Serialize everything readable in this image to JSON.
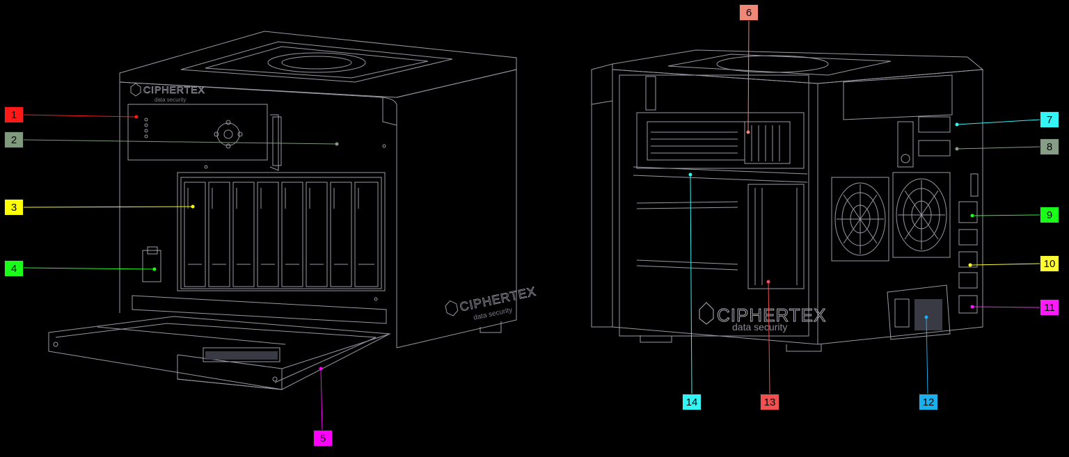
{
  "logo": {
    "brand": "CIPHERTEX",
    "tagline": "data security"
  },
  "callouts": [
    {
      "number": "1",
      "color": "#ff1a1a"
    },
    {
      "number": "2",
      "color": "#7f9a7c"
    },
    {
      "number": "3",
      "color": "#ffff00"
    },
    {
      "number": "4",
      "color": "#1aff1a"
    },
    {
      "number": "5",
      "color": "#ff00ff"
    },
    {
      "number": "6",
      "color": "#f08878"
    },
    {
      "number": "7",
      "color": "#33f5f5"
    },
    {
      "number": "8",
      "color": "#869e86"
    },
    {
      "number": "9",
      "color": "#1aff1a"
    },
    {
      "number": "10",
      "color": "#ffff33"
    },
    {
      "number": "11",
      "color": "#ff1aff"
    },
    {
      "number": "12",
      "color": "#1ab0ee"
    },
    {
      "number": "13",
      "color": "#f05050"
    },
    {
      "number": "14",
      "color": "#33f5f5"
    }
  ]
}
